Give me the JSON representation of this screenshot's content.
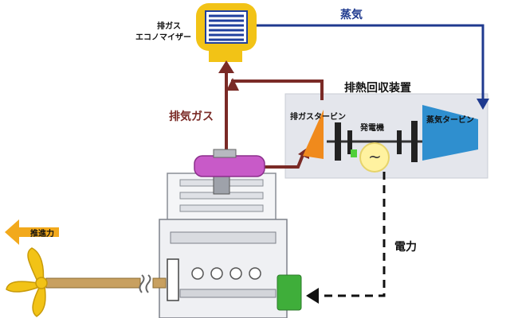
{
  "labels": {
    "economizer_line1": "排ガス",
    "economizer_line2": "エコノマイザー",
    "steam": "蒸気",
    "exhaust_gas": "排気ガス",
    "heat_recovery_unit": "排熱回収装置",
    "gas_turbine": "排ガスタービン",
    "generator": "発電機",
    "steam_turbine": "蒸気タービン",
    "electric_power": "電力",
    "propulsion": "推進力"
  },
  "symbols": {
    "generator": "~"
  },
  "colors": {
    "steam_line": "#1f3a8f",
    "exhaust_line": "#7a2a26",
    "power_line": "#111111",
    "economizer_frame": "#f2c316",
    "economizer_coils": "#1f3f9e",
    "recovery_box": "#e4e6ec",
    "gas_turbine": "#f08a1c",
    "steam_turbine": "#2f8fcf",
    "generator": "#fff2a0",
    "turbocharger": "#c85ac8",
    "motor": "#3fae3a",
    "propeller": "#f2c316",
    "propulsion_arrow": "#f2a91c"
  }
}
